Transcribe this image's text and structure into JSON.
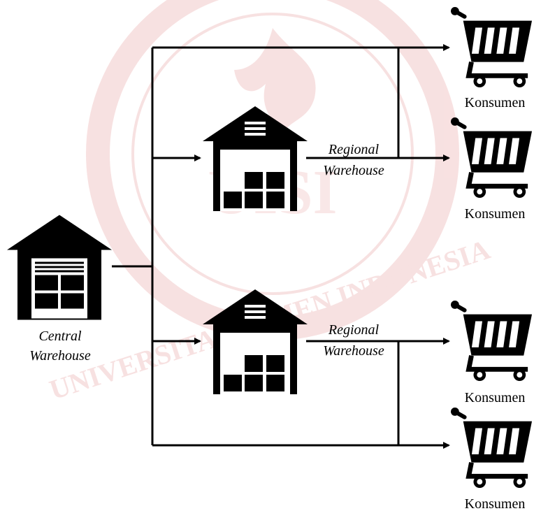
{
  "watermark": {
    "text": "UNIVERSITAS SEMEN INDONESIA",
    "monogram": "UISI",
    "color": "#f2c9c9"
  },
  "central": {
    "line1": "Central",
    "line2": "Warehouse"
  },
  "regional_top": {
    "line1": "Regional",
    "line2": "Warehouse"
  },
  "regional_bottom": {
    "line1": "Regional",
    "line2": "Warehouse"
  },
  "consumers": [
    "Konsumen",
    "Konsumen",
    "Konsumen",
    "Konsumen"
  ],
  "icons": {
    "central": "warehouse-icon",
    "regional": "warehouse-icon",
    "consumer": "shopping-cart-icon"
  },
  "colors": {
    "ink": "#000000",
    "background": "#ffffff"
  }
}
